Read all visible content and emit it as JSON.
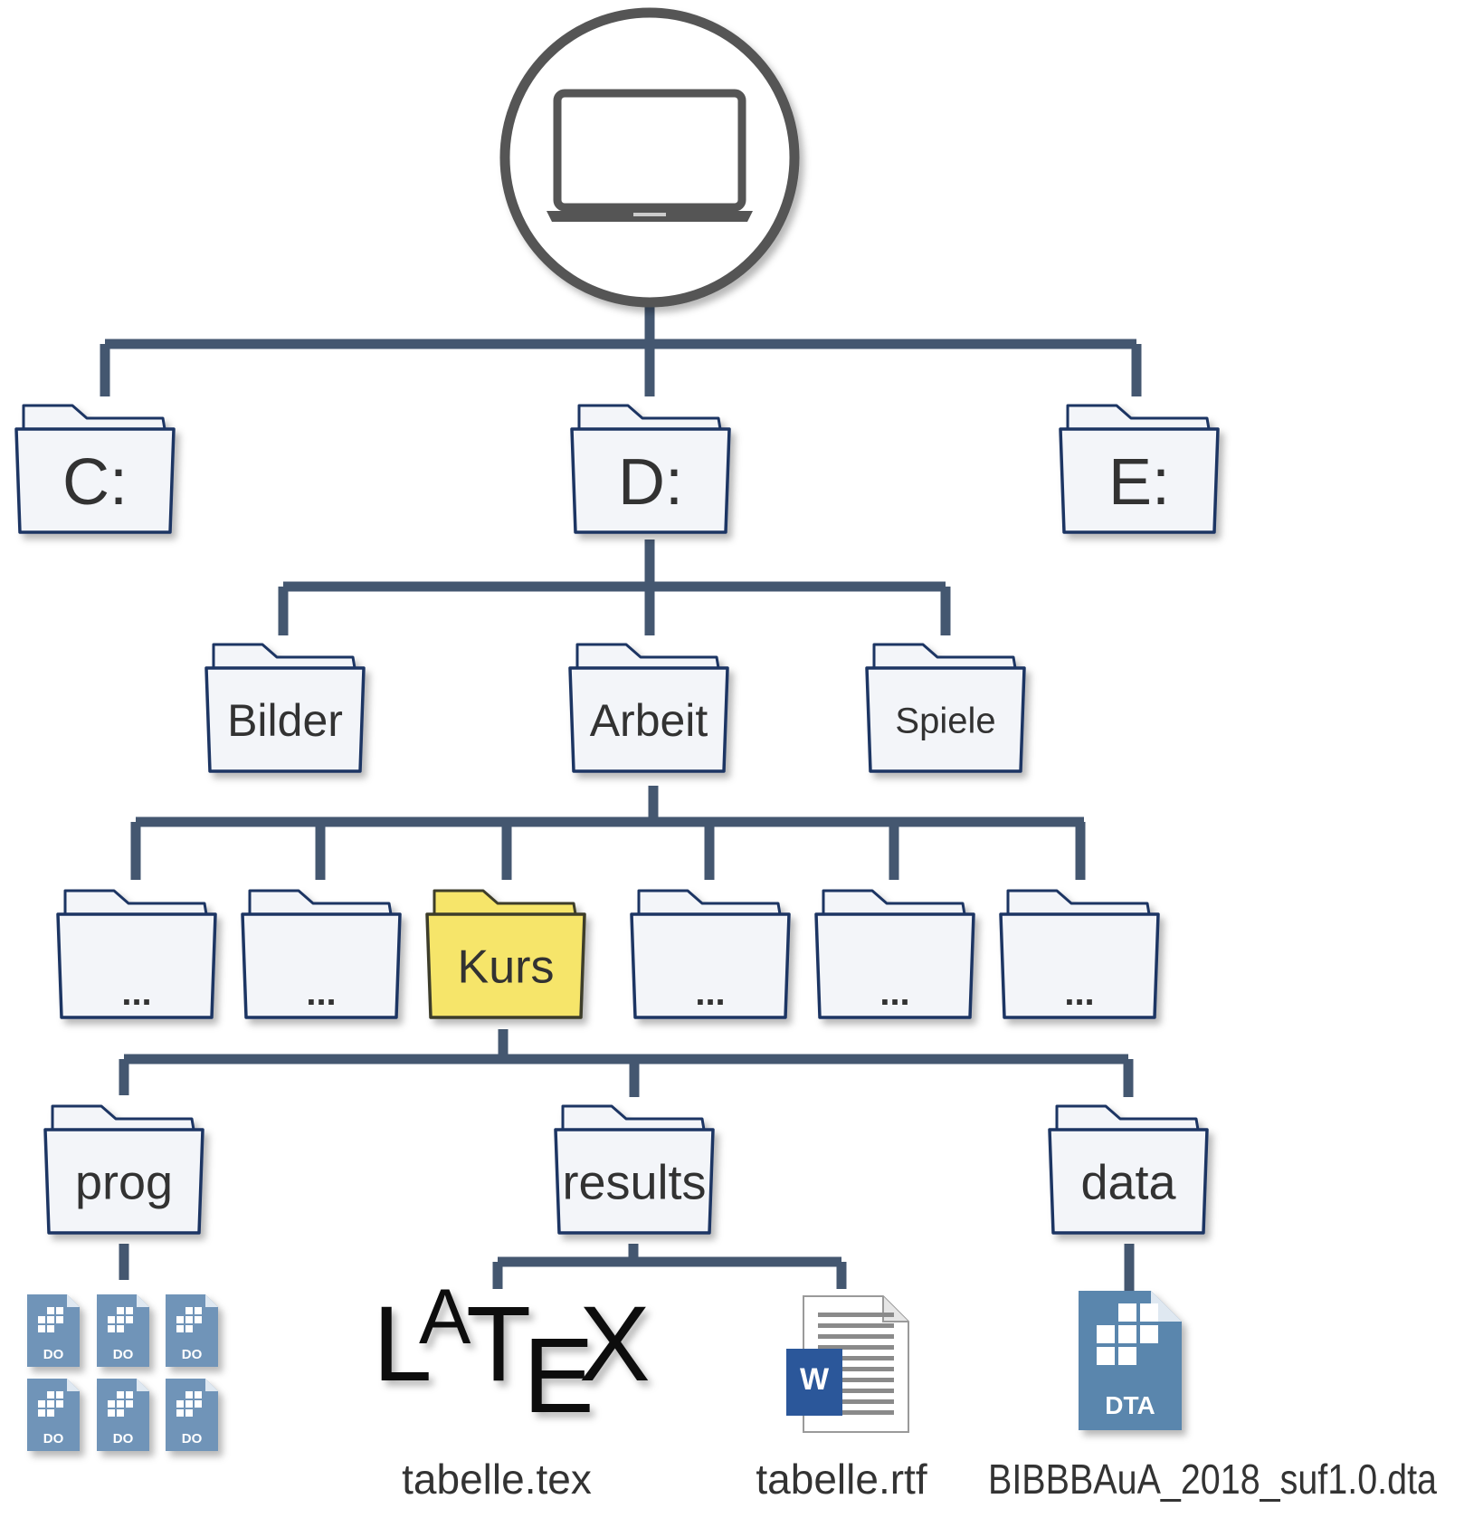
{
  "colors": {
    "connector": "#445770",
    "folder_fill": "#f3f5f9",
    "folder_stroke": "#1f3564",
    "folder_highlight": "#f6e56a",
    "folder_highlight_stroke": "#3d3d2a",
    "label": "#333333",
    "computer_ring": "#555555",
    "do_icon": "#6f94b8",
    "dta_icon": "#5a86ad",
    "word_blue": "#2b579a"
  },
  "root": {
    "icon": "laptop-icon"
  },
  "drives": [
    {
      "label": "C:"
    },
    {
      "label": "D:"
    },
    {
      "label": "E:"
    }
  ],
  "d_children": [
    {
      "label": "Bilder"
    },
    {
      "label": "Arbeit"
    },
    {
      "label": "Spiele"
    }
  ],
  "arbeit_children": [
    {
      "label": "..."
    },
    {
      "label": "..."
    },
    {
      "label": "Kurs",
      "highlight": true
    },
    {
      "label": "..."
    },
    {
      "label": "..."
    },
    {
      "label": "..."
    }
  ],
  "kurs_children": [
    {
      "label": "prog"
    },
    {
      "label": "results"
    },
    {
      "label": "data"
    }
  ],
  "prog_files": {
    "badge": "DO",
    "count": 6,
    "icon": "stata-do-file-icon"
  },
  "results_files": [
    {
      "name": "tabelle.tex",
      "icon": "latex-logo"
    },
    {
      "name": "tabelle.rtf",
      "icon": "word-document-icon",
      "badge": "W"
    }
  ],
  "data_file": {
    "name": "BIBBBAuA_2018_suf1.0.dta",
    "badge": "DTA",
    "icon": "stata-dta-file-icon"
  }
}
